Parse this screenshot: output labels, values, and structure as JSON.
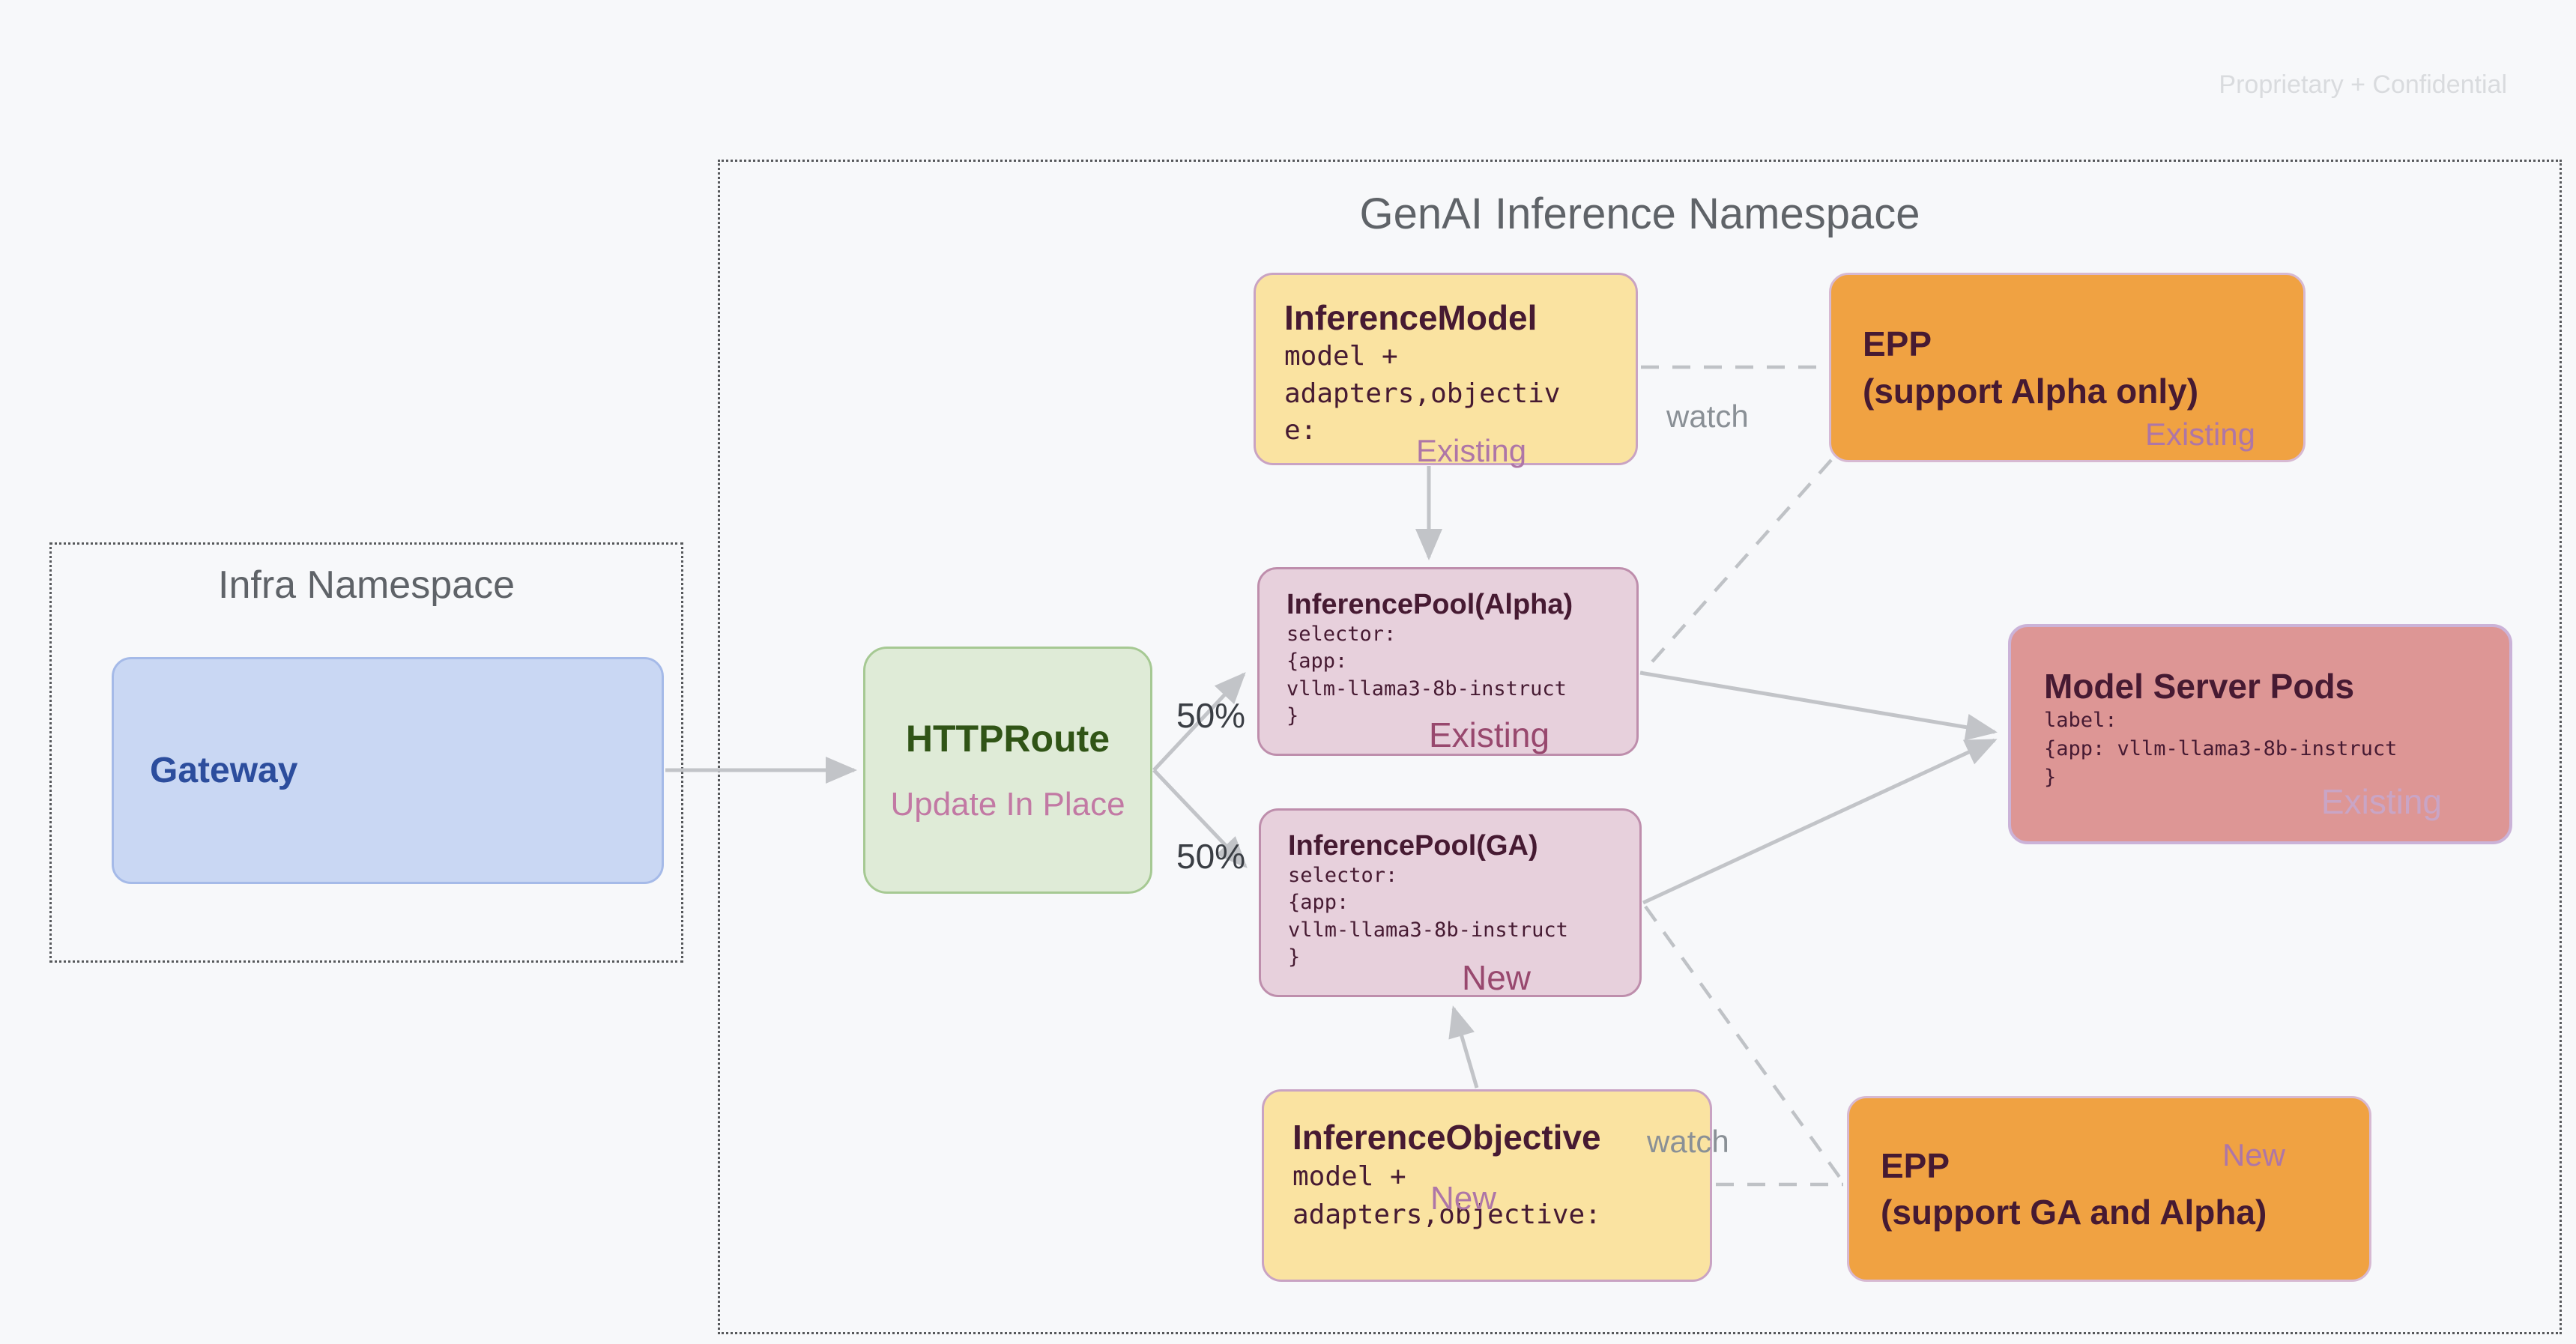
{
  "page": {
    "watermark": "Proprietary + Confidential"
  },
  "namespaces": {
    "genai": {
      "title": "GenAI Inference Namespace"
    },
    "infra": {
      "title": "Infra Namespace"
    }
  },
  "nodes": {
    "gateway": {
      "title": "Gateway"
    },
    "httproute": {
      "title": "HTTPRoute",
      "subtitle": "Update In Place"
    },
    "inference_model": {
      "title": "InferenceModel",
      "body": "model +\nadapters,objectiv\ne:",
      "badge": "Existing"
    },
    "epp_alpha": {
      "title": "EPP\n(support Alpha only)",
      "badge": "Existing"
    },
    "pool_alpha": {
      "title": "InferencePool(Alpha)",
      "body": "selector:\n{app:\nvllm-llama3-8b-instruct\n}",
      "badge": "Existing"
    },
    "pool_ga": {
      "title": "InferencePool(GA)",
      "body": "selector:\n{app:\nvllm-llama3-8b-instruct\n}",
      "badge": "New"
    },
    "model_server_pods": {
      "title": "Model Server Pods",
      "body": "label:\n{app: vllm-llama3-8b-instruct\n}",
      "badge": "Existing"
    },
    "inference_objective": {
      "title": "InferenceObjective",
      "body_line1": "model +",
      "body_line2": "adapters,objective:",
      "badge": "New"
    },
    "epp_ga": {
      "title": "EPP\n(support GA and Alpha)",
      "badge": "New"
    }
  },
  "edge_labels": {
    "watch_top": "watch",
    "watch_bottom": "watch",
    "split_top": "50%",
    "split_bottom": "50%"
  },
  "colors": {
    "background": "#F7F8FA",
    "yellow_fill": "#FAE3A1",
    "orange_fill": "#F0A242",
    "pink_fill": "#E7D0DC",
    "salmon_fill": "#DD9695",
    "green_fill": "#DFEBD7",
    "blue_fill": "#C9D7F3",
    "maroon_text": "#461A32",
    "green_text": "#305416",
    "blue_text": "#2C4D9D",
    "badge_mauve": "#AE76A7",
    "badge_rose": "#98486E",
    "badge_light": "#C9A5C6",
    "connector_gray": "#C2C4C8",
    "namespace_title_gray": "#5F6368",
    "watermark_gray": "#D9DBDE"
  }
}
